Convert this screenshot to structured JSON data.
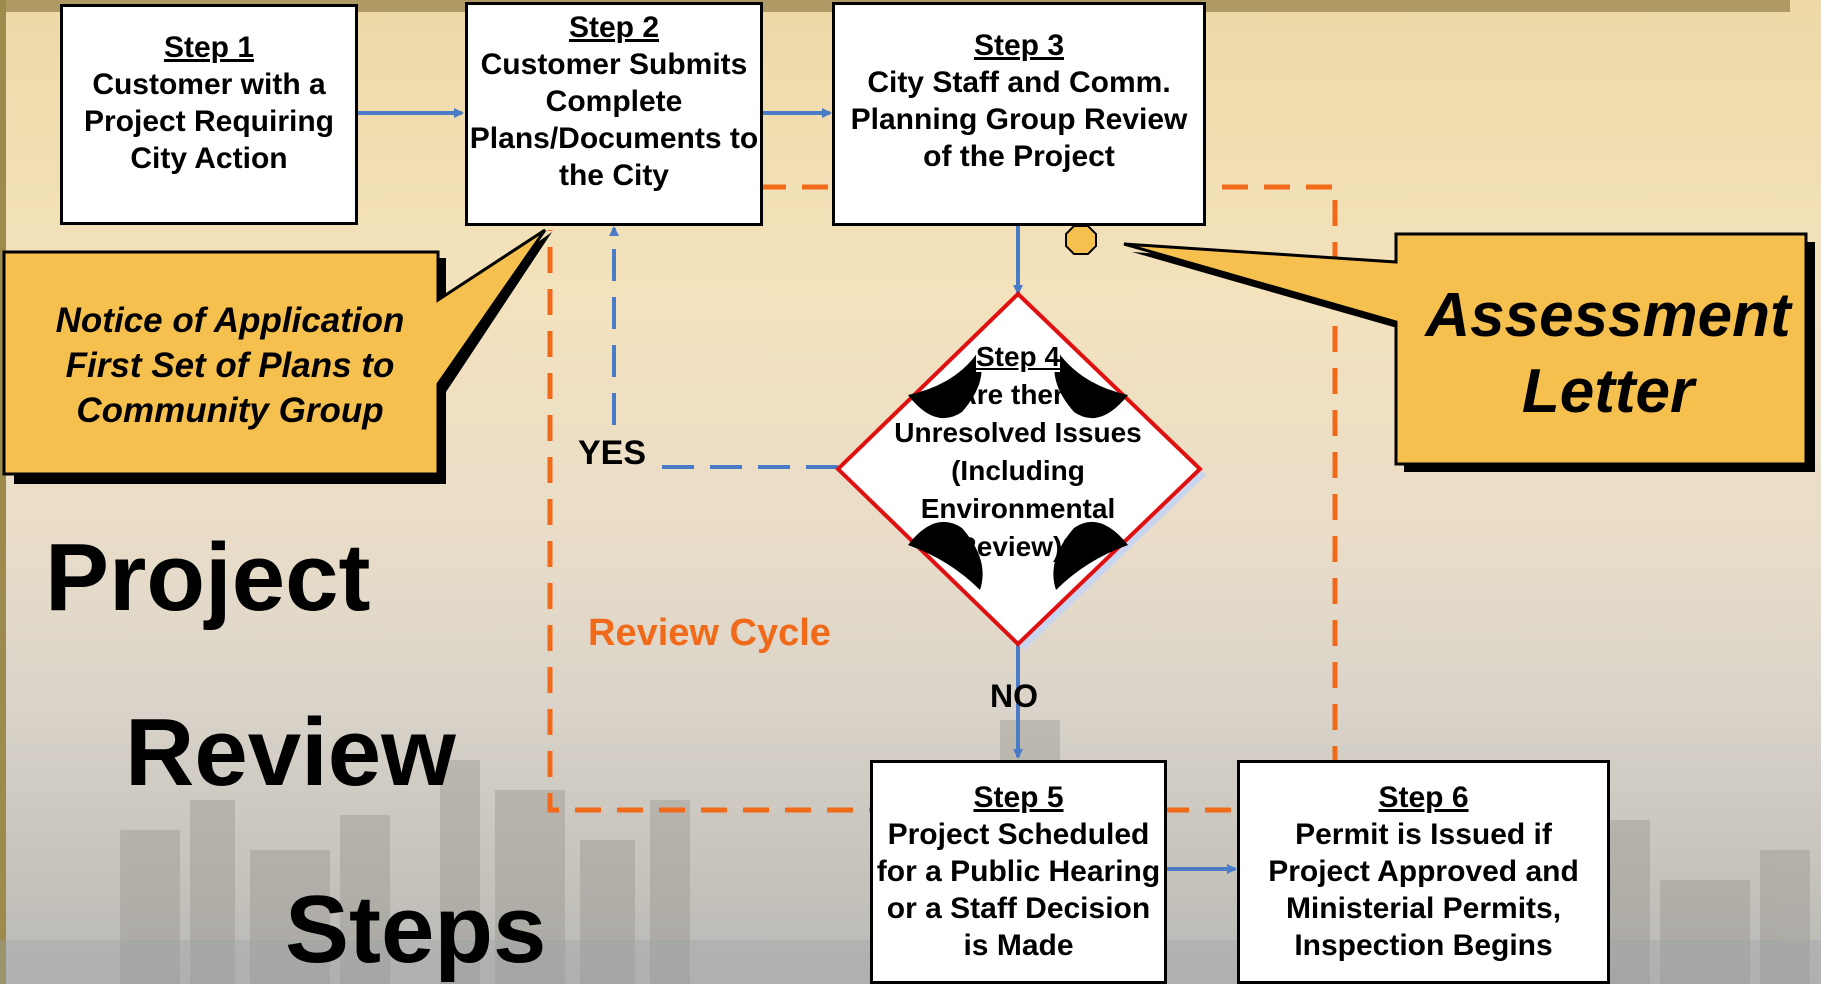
{
  "steps": [
    {
      "step": "Step 1",
      "text": "Customer with a Project Requiring City Action"
    },
    {
      "step": "Step 2",
      "text": "Customer Submits Complete Plans/Documents to the City"
    },
    {
      "step": "Step 3",
      "text": "City Staff and Comm. Planning Group Review of the Project"
    },
    {
      "step": "Step 4",
      "text": "Are there Unresolved Issues (Including Environmental Review)?"
    },
    {
      "step": "Step 5",
      "text": "Project Scheduled for a Public Hearing or a Staff Decision is Made"
    },
    {
      "step": "Step 6",
      "text": "Permit is Issued if Project Approved and Ministerial Permits, Inspection Begins"
    }
  ],
  "callouts": {
    "notice": "Notice of Application First Set of Plans to Community Group",
    "assessment": "Assessment Letter"
  },
  "labels": {
    "yes": "YES",
    "no": "NO",
    "review_cycle": "Review Cycle"
  },
  "title_words": [
    "Project",
    "Review",
    "Steps"
  ],
  "colors": {
    "arrow": "#4a7bc6",
    "dashed_cycle": "#f06a1a",
    "callout_fill": "#f6c04f",
    "diamond_border": "#e01010",
    "review_cycle_text": "#f06a1a"
  }
}
